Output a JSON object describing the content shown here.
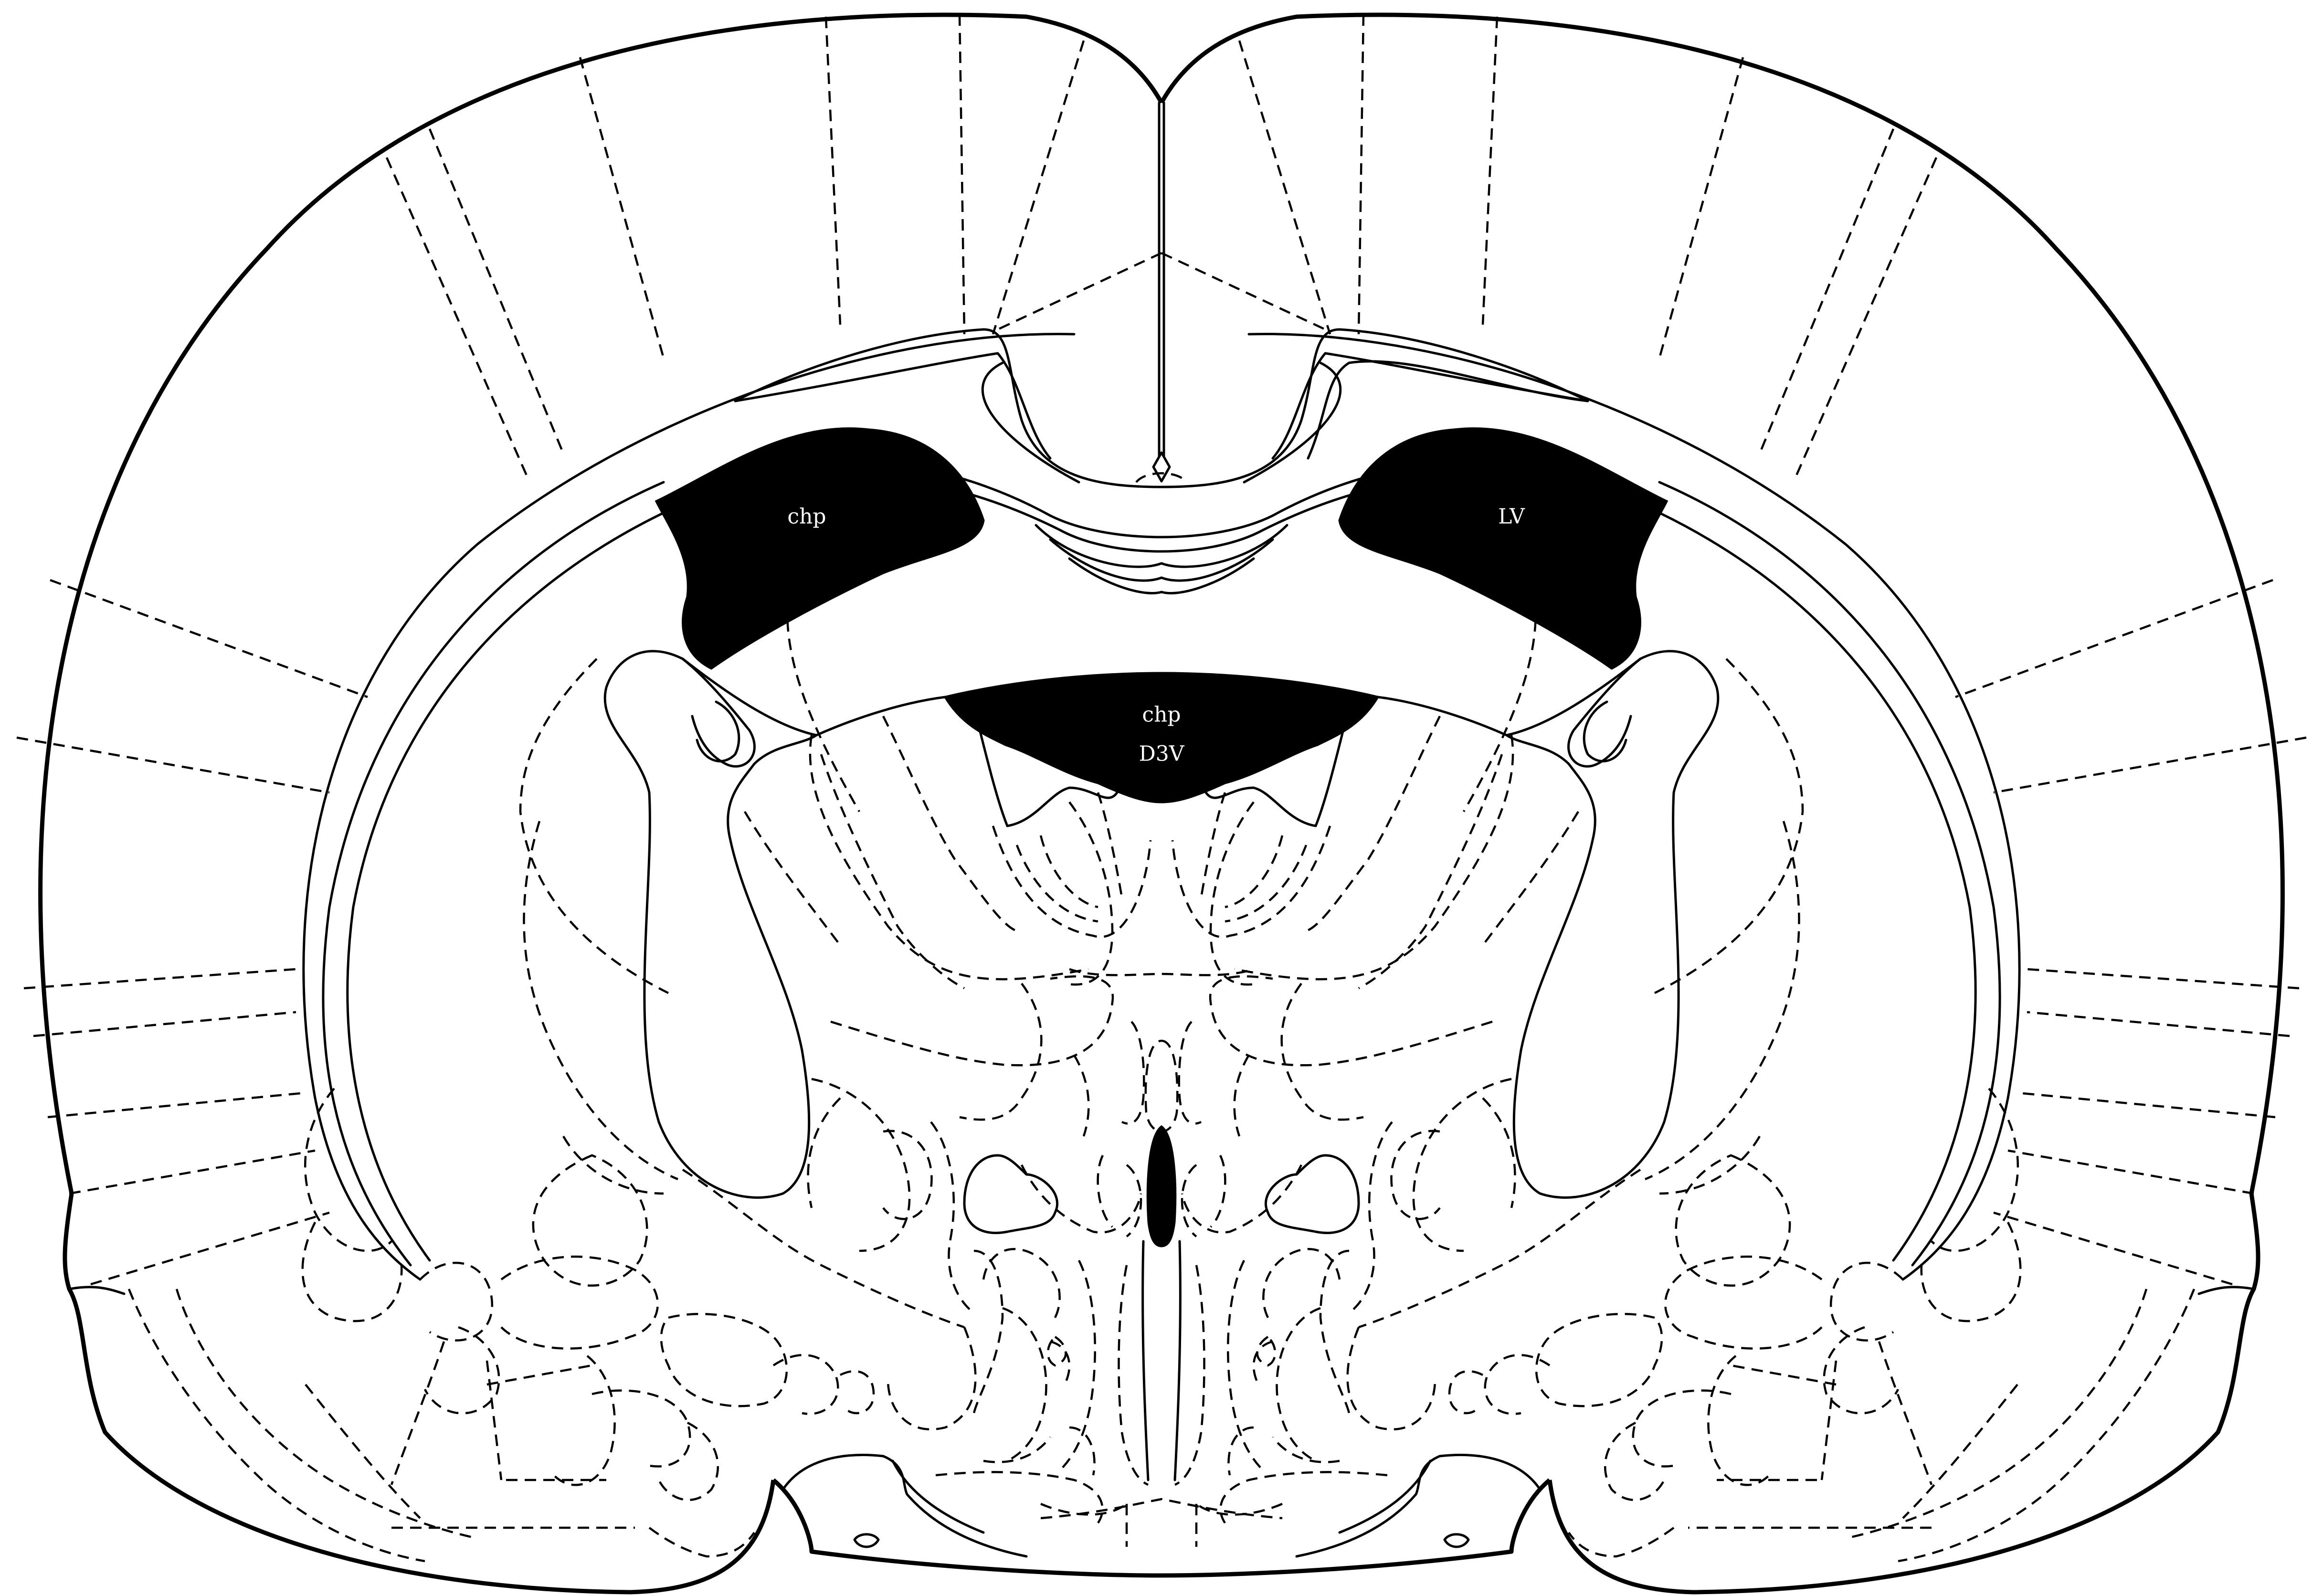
{
  "colors": {
    "line": "#000000",
    "background": "#ffffff",
    "ventricle_fill": "#000000",
    "label_on_dark": "#ffffff"
  },
  "labels": {
    "left_ventricle_label": "chp",
    "right_ventricle_label": "LV",
    "third_ventricle_upper_label": "chp",
    "third_ventricle_lower_label": "D3V"
  }
}
